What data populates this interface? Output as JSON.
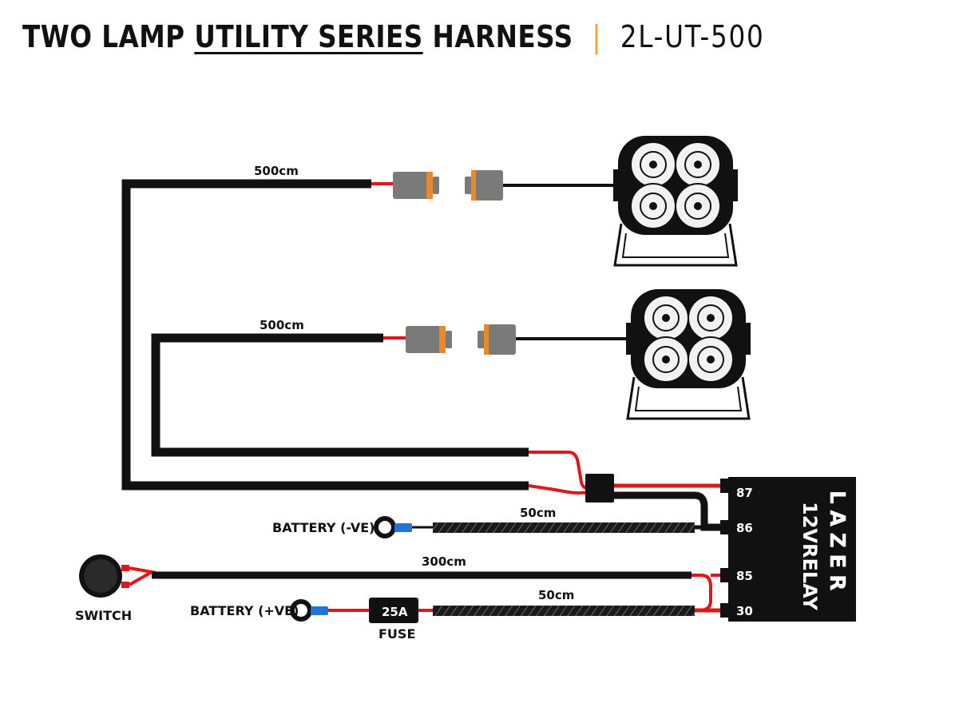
{
  "title": {
    "part1": "TWO LAMP",
    "part2": "UTILITY SERIES",
    "part3": "HARNESS",
    "separator": "|",
    "code": "2L-UT-500"
  },
  "labels": {
    "cable_top": "500cm",
    "cable_mid": "500cm",
    "cable_neg": "50cm",
    "cable_switch": "300cm",
    "cable_pos": "50cm",
    "battery_neg": "BATTERY (-VE)",
    "battery_pos": "BATTERY (+VE)",
    "switch": "SWITCH",
    "fuse_value": "25A",
    "fuse": "FUSE"
  },
  "relay": {
    "brand": "LAZER",
    "line1": "12V",
    "line2": "RELAY",
    "pins": [
      "87",
      "86",
      "85",
      "30"
    ]
  },
  "colors": {
    "wire_black": "#111111",
    "wire_red": "#e0161b",
    "connector_grey": "#7a7a78",
    "connector_orange": "#e8892a",
    "ring_blue": "#1f74d6",
    "title_accent": "#f0a030"
  }
}
